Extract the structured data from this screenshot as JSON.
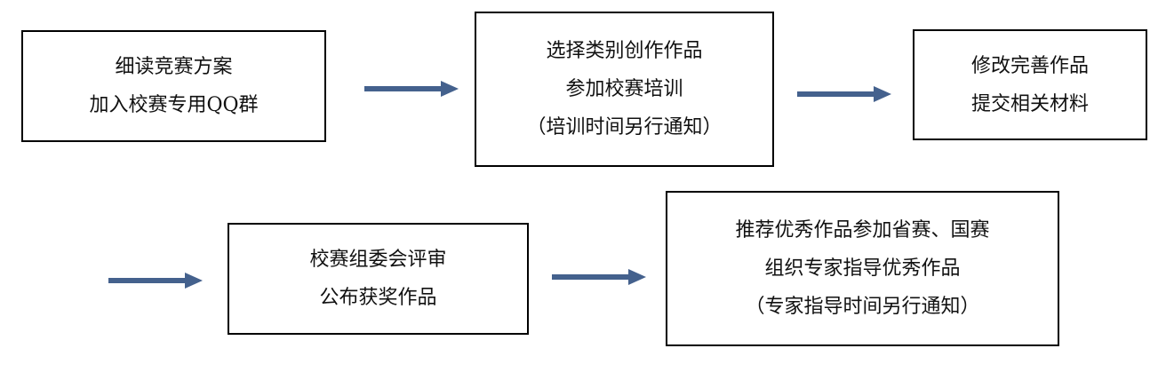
{
  "colors": {
    "arrow": "#44618d"
  },
  "steps": [
    {
      "lines": [
        "细读竞赛方案",
        "加入校赛专用QQ群"
      ]
    },
    {
      "lines": [
        "选择类别创作作品",
        "参加校赛培训",
        "（培训时间另行通知）"
      ]
    },
    {
      "lines": [
        "修改完善作品",
        "提交相关材料"
      ]
    },
    {
      "lines": [
        "校赛组委会评审",
        "公布获奖作品"
      ]
    },
    {
      "lines": [
        "推荐优秀作品参加省赛、国赛",
        "组织专家指导优秀作品",
        "（专家指导时间另行通知）"
      ]
    }
  ]
}
